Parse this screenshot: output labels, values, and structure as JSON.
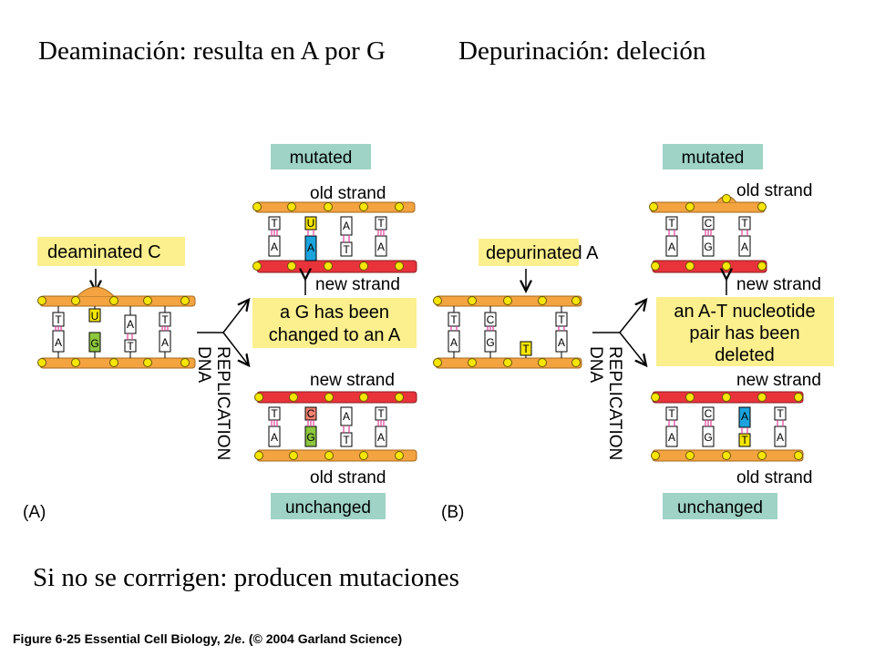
{
  "header": {
    "left": "Deaminación: resulta en A por G",
    "right": "Depurinación: deleción"
  },
  "footer_note": "Si no se corrrigen: producen mutaciones",
  "caption": "Figure 6-25  Essential Cell Biology, 2/e. (© 2004 Garland Science)",
  "panel_a": {
    "letter": "(A)",
    "lesion_label": "deaminated C",
    "replication_label": [
      "DNA",
      "REPLICATION"
    ],
    "mutated_label": "mutated",
    "unchanged_label": "unchanged",
    "old_strand": "old strand",
    "new_strand": "new strand",
    "explanation": [
      "a G has been",
      "changed to an A"
    ],
    "bases": {
      "original_top": [
        "T",
        "U",
        "A",
        "T"
      ],
      "original_bottom": [
        "A",
        "G",
        "T",
        "A"
      ],
      "mutated_top": [
        "T",
        "U",
        "A",
        "T"
      ],
      "mutated_bottom": [
        "A",
        "A",
        "T",
        "A"
      ],
      "unchanged_top": [
        "T",
        "C",
        "A",
        "T"
      ],
      "unchanged_bottom": [
        "A",
        "G",
        "T",
        "A"
      ]
    }
  },
  "panel_b": {
    "letter": "(B)",
    "lesion_label": "depurinated A",
    "replication_label": [
      "DNA",
      "REPLICATION"
    ],
    "mutated_label": "mutated",
    "unchanged_label": "unchanged",
    "old_strand": "old strand",
    "new_strand": "new strand",
    "explanation": [
      "an A-T nucleotide",
      "pair has been",
      "deleted"
    ],
    "bases": {
      "original_top": [
        "T",
        "C",
        "T"
      ],
      "original_bottom": [
        "A",
        "G",
        "T",
        "A"
      ],
      "mutated_top": [
        "T",
        "C",
        "T"
      ],
      "mutated_bottom": [
        "A",
        "G",
        "A"
      ],
      "unchanged_top": [
        "T",
        "C",
        "A",
        "T"
      ],
      "unchanged_bottom": [
        "A",
        "G",
        "T",
        "A"
      ]
    }
  },
  "colors": {
    "backbone_orange": "#f3a340",
    "backbone_red": "#e8333b",
    "phosphate_yellow": "#f6e600",
    "label_yellow": "#fbef8e",
    "label_teal": "#9ed3c6",
    "base_yellow": "#f6e600",
    "base_blue": "#1aa3dc",
    "base_green": "#8dc63f",
    "base_pink": "#f08070",
    "hbond": "#e0409a"
  }
}
